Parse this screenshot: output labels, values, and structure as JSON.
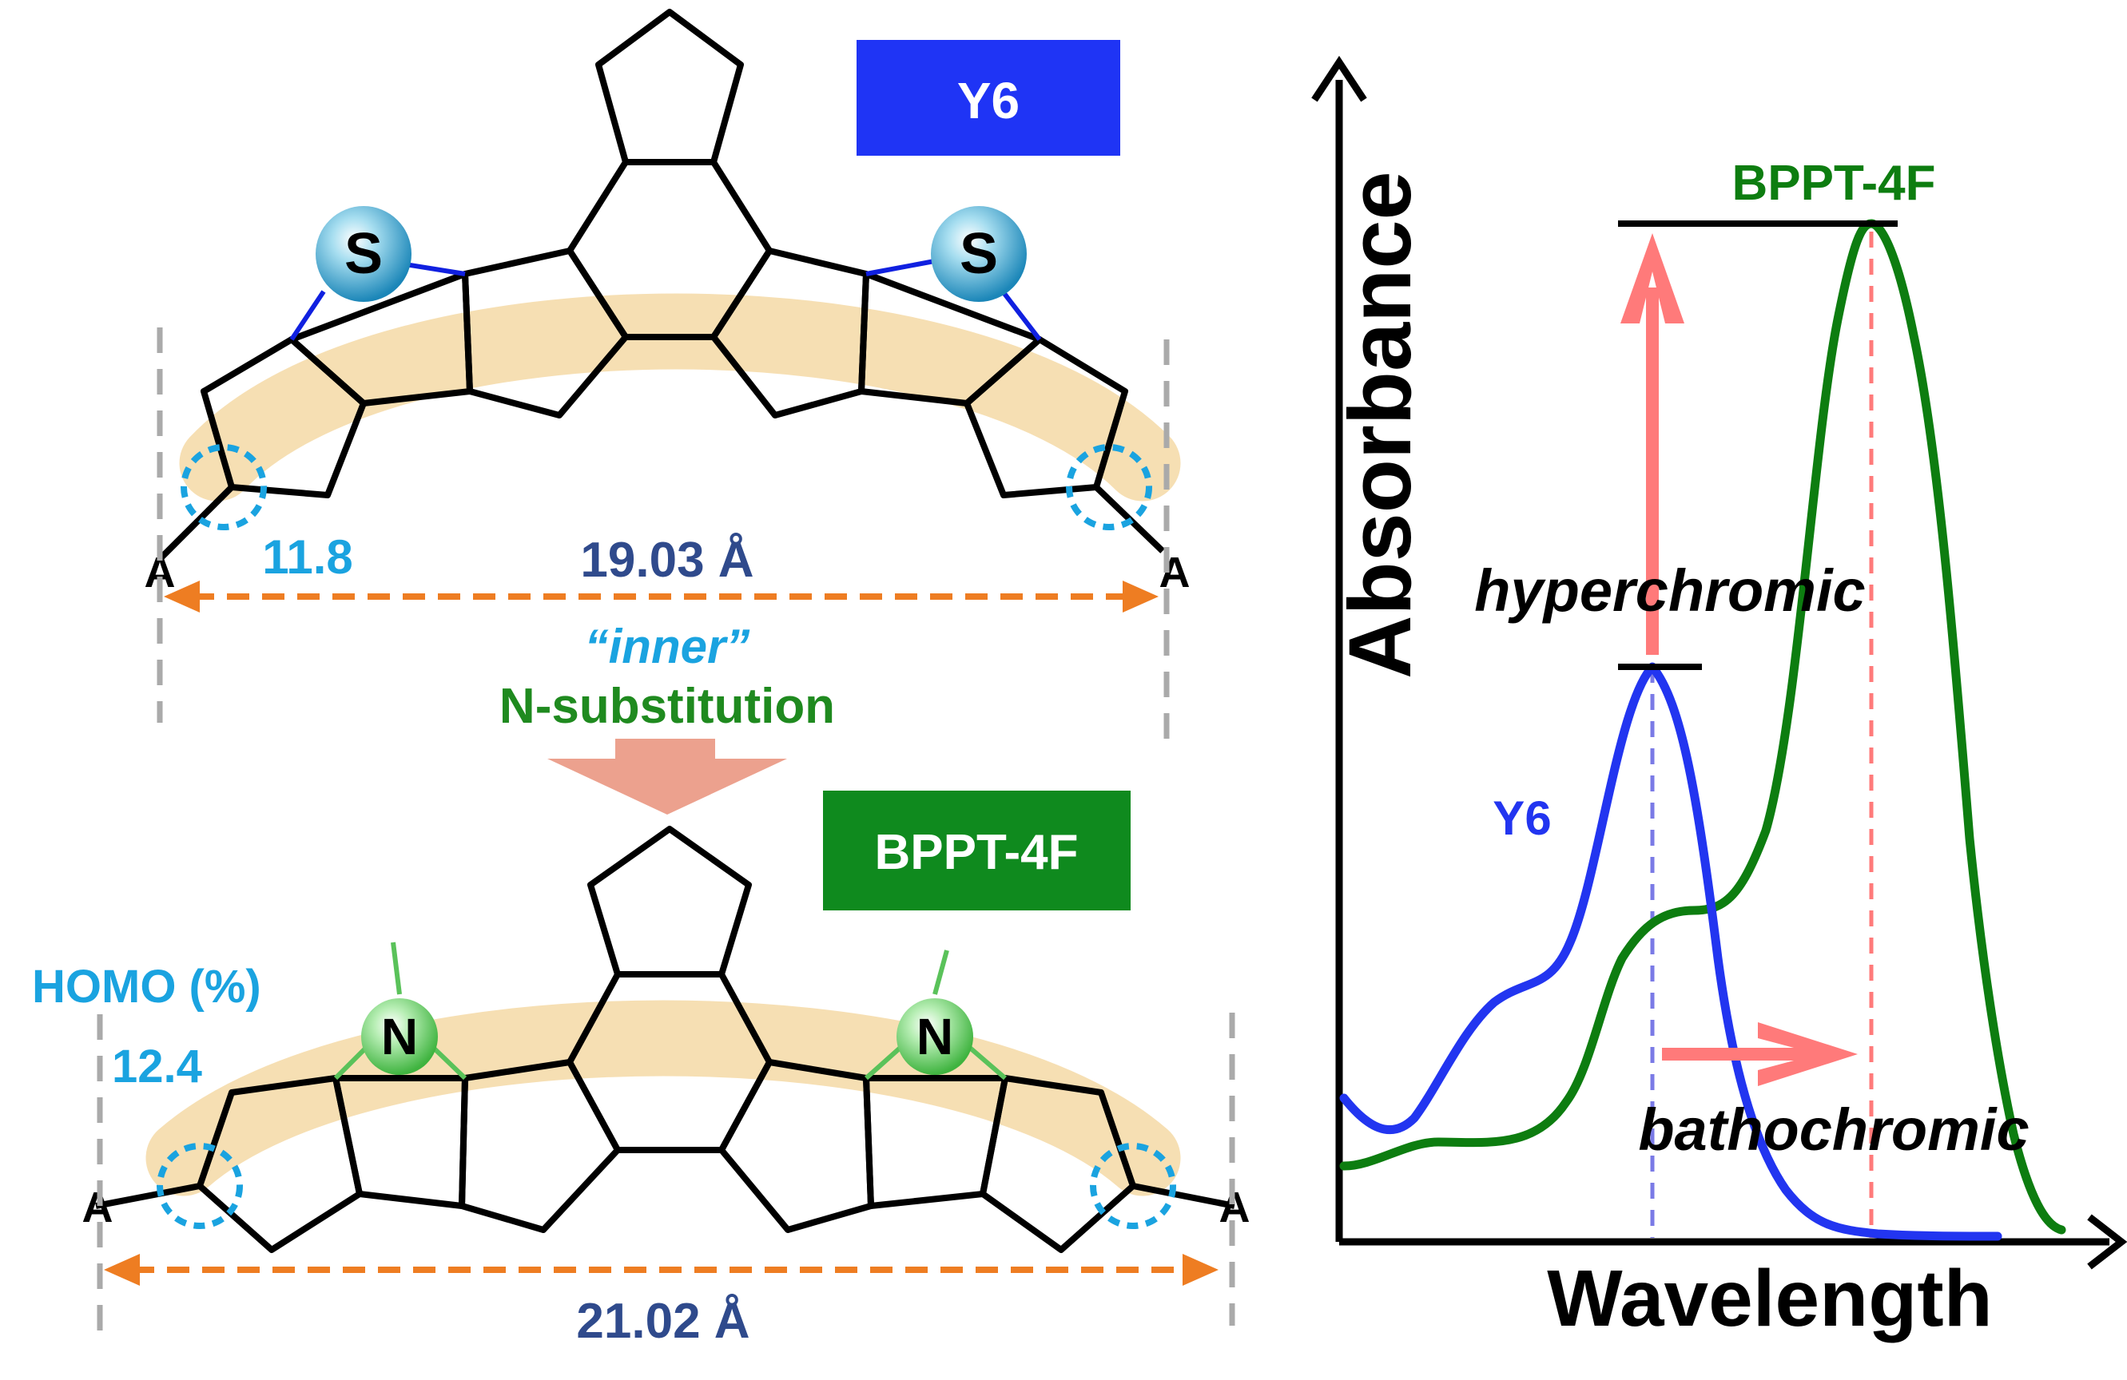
{
  "top_molecule": {
    "label": "Y6",
    "label_bg": "#1f34f5",
    "atom_left": "S",
    "atom_right": "S",
    "end_group_left": "A",
    "end_group_right": "A",
    "homo_value": "11.8",
    "distance": "19.03 Å"
  },
  "transition": {
    "line1": "“inner”",
    "line2": "N-substitution"
  },
  "bottom_molecule": {
    "label": "BPPT-4F",
    "label_bg": "#0f8a1e",
    "atom_left": "N",
    "atom_right": "N",
    "end_group_left": "A",
    "end_group_right": "A",
    "homo_title": "HOMO (%)",
    "homo_value": "12.4",
    "distance": "21.02 Å"
  },
  "spectrum": {
    "y_axis_label": "Absorbance",
    "x_axis_label": "Wavelength",
    "series": [
      {
        "name": "Y6",
        "color": "#2235f0"
      },
      {
        "name": "BPPT-4F",
        "color": "#0d7d10"
      }
    ],
    "annotation_hyper": "hyperchromic",
    "annotation_batho": "bathochromic"
  },
  "colors": {
    "accent_blue_text": "#1aa3e0",
    "distance_text": "#2f4a8c",
    "measure_arrow": "#ee7d22",
    "backbone_band": "#f5d9a6",
    "shift_arrow": "#ff7a7a",
    "transition_arrow": "#eca18e"
  }
}
